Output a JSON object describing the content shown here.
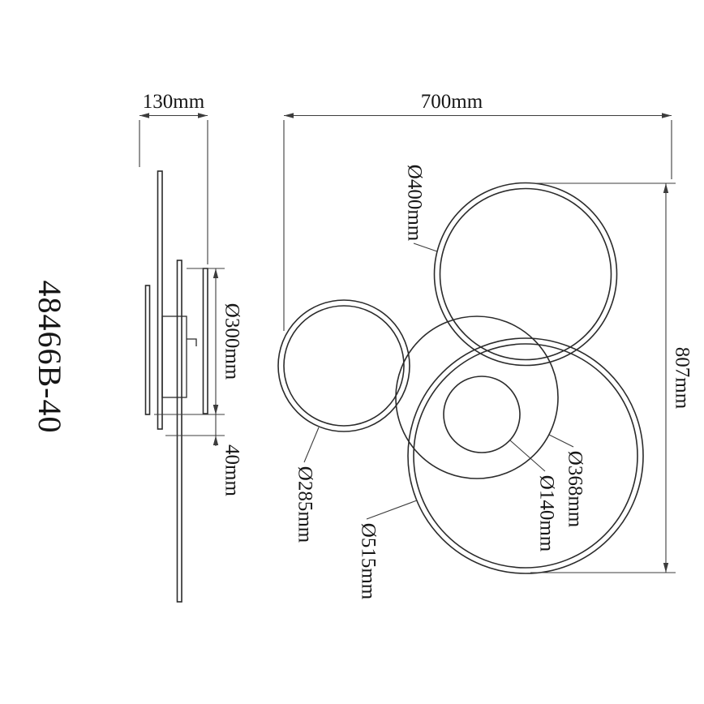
{
  "drawing": {
    "model": "48466B-40",
    "side_view": {
      "depth": "130mm",
      "canopy_diameter": "Ø300mm",
      "offset": "40mm"
    },
    "front_view": {
      "width": "700mm",
      "height": "807mm",
      "rings": {
        "r400": "Ø400mm",
        "r285": "Ø285mm",
        "r368": "Ø368mm",
        "r140": "Ø140mm",
        "r515": "Ø515mm"
      }
    },
    "colors": {
      "line": "#2b2b2b",
      "dimension_line": "#3c3c3c",
      "background": "#ffffff"
    }
  }
}
